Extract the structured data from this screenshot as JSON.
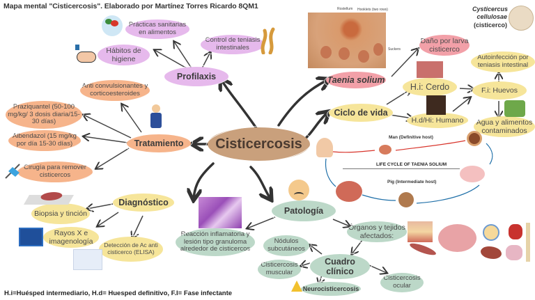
{
  "title": "Mapa mental \"Cisticercosis\". Elaborado por Martínez Torres Ricardo 8QM1",
  "footer": "H.i=Huésped intermediario, H.d= Huesped definitivo, F.I= Fase infectante",
  "center": "Cisticercosis",
  "profilaxis": {
    "label": "Profilaxis",
    "items": [
      "Prácticas sanitarias en alimentos",
      "Hábitos de higiene",
      "Control de teniasis intestinales"
    ]
  },
  "tratamiento": {
    "label": "Tratamiento",
    "items": [
      "Anti convulsionantes y corticoesteroides",
      "Praziquantel (50-100 mg/kg/ 3 dosis diaria/15-30 días)",
      "Albendazol (15 mg/kg por día 15-30 días)",
      "Cirugía para remover cisticercos"
    ]
  },
  "diagnostico": {
    "label": "Diagnóstico",
    "items": [
      "Biopsia y tinción",
      "Rayos X e imagenología",
      "Detección de Ac anti cisticerco (ELISA)"
    ]
  },
  "patologia": {
    "label": "Patología",
    "reaccion": "Reacción inflamatoria y lesión tipo granuloma alrededor de cisticercos",
    "organos": "Órganos y tejidos afectados:",
    "cuadro": {
      "label": "Cuadro clínico",
      "items": [
        "Nódulos subcutáneos",
        "Cisticercosis muscular",
        "Neurocisticercosis",
        "Cisticercosis ocular"
      ]
    }
  },
  "taenia": {
    "label": "Taenia solium",
    "dano": "Daño por larva cisticerco",
    "cysticercus_name": "Cysticercus cellulosae",
    "cysticercus_common": "(cisticerco)",
    "image_labels": [
      "Rostellum",
      "Hooklets (two rows)",
      "Suckers"
    ]
  },
  "ciclo": {
    "label": "Ciclo de vida",
    "hi": "H.i: Cerdo",
    "hd": "H.d/Hi: Humano",
    "fi": "F.i: Huevos",
    "autoinfeccion": "Autoinfección por teniasis intestinal",
    "agua": "Agua y alimentos contaminados"
  },
  "lifecycle": {
    "title": "LIFE CYCLE OF TAENIA SOLIUM",
    "man": "Man (Definitive host)",
    "pig": "Pig (Intermediate host)"
  }
}
